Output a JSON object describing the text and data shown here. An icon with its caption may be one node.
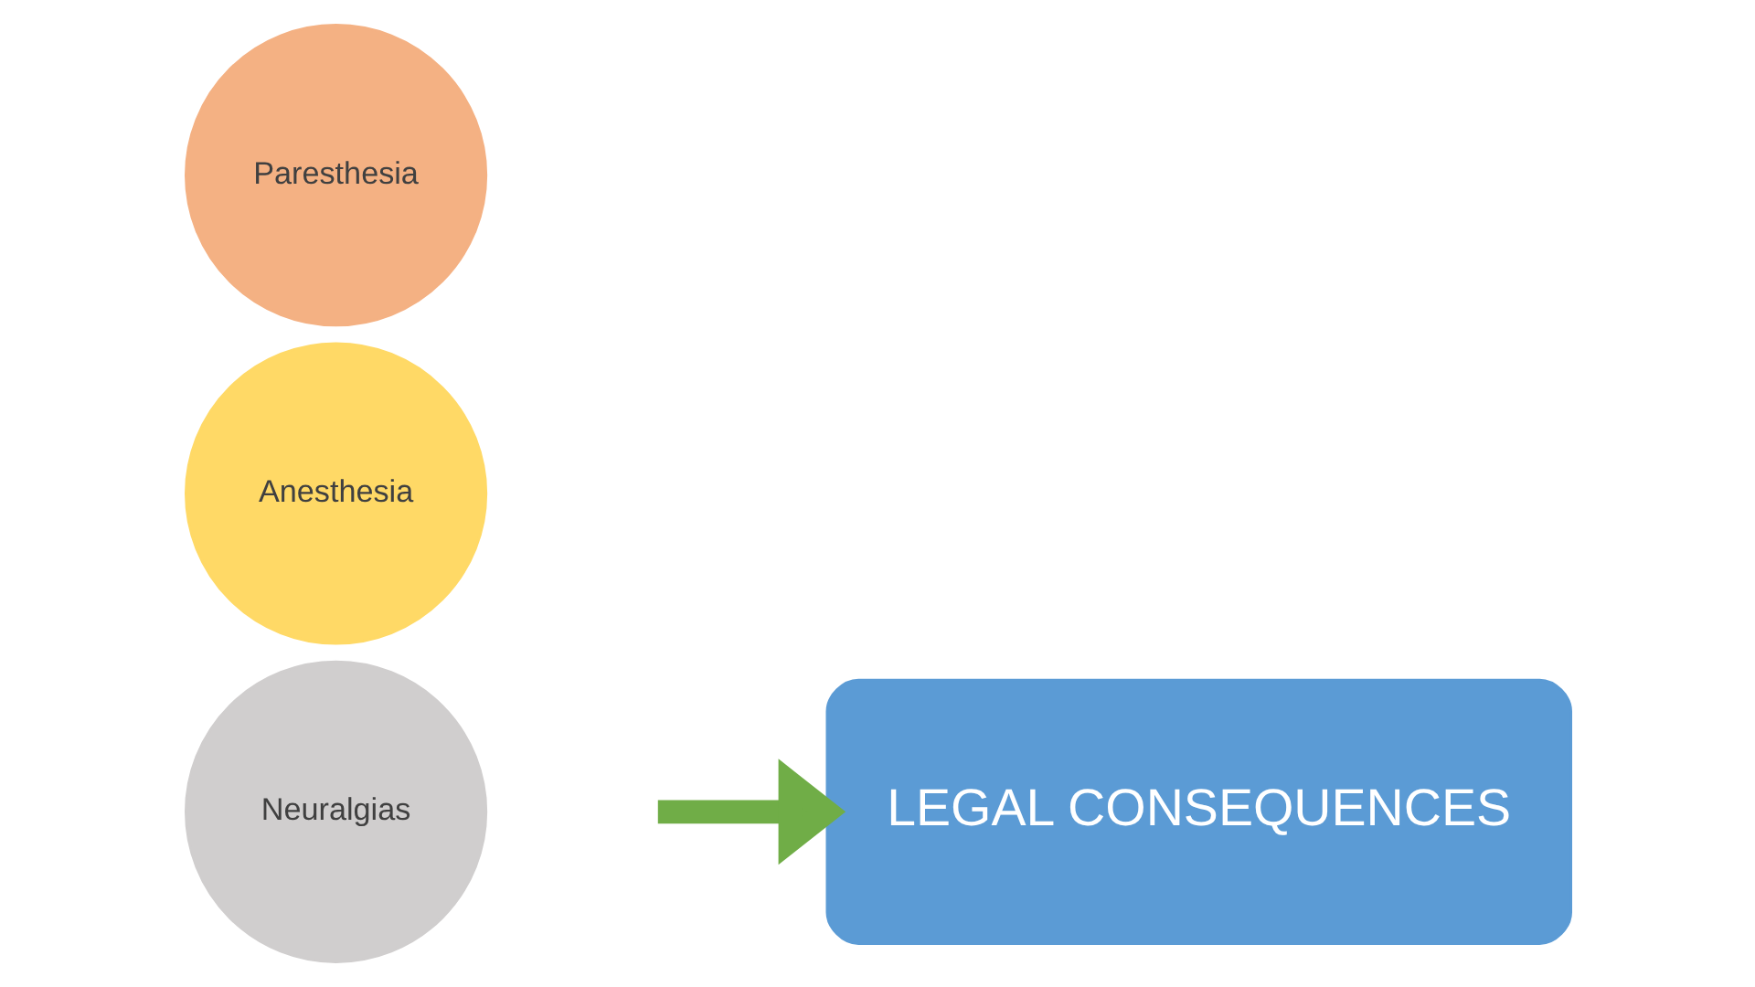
{
  "diagram": {
    "nodes": [
      {
        "text": [
          "Paresthesia"
        ]
      },
      {
        "text": [
          "Anesthesia"
        ]
      },
      {
        "text": [
          "Neuralgias"
        ]
      },
      {
        "text": [
          "LEGAL CONSEQUENCES"
        ]
      }
    ],
    "edges": [
      {
        "from": null,
        "to": 3,
        "arrow": "to",
        "color": "#70ad47"
      }
    ]
  }
}
